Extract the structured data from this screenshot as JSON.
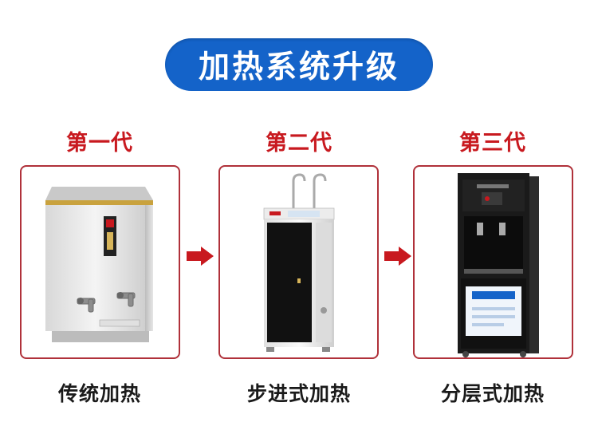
{
  "title": "加热系统升级",
  "generations": [
    {
      "label": "第一代",
      "caption": "传统加热"
    },
    {
      "label": "第二代",
      "caption": "步进式加热"
    },
    {
      "label": "第三代",
      "caption": "分层式加热"
    }
  ],
  "colors": {
    "title_bg": "#1463c9",
    "accent_red": "#c8191f",
    "card_border": "#b0313a"
  }
}
